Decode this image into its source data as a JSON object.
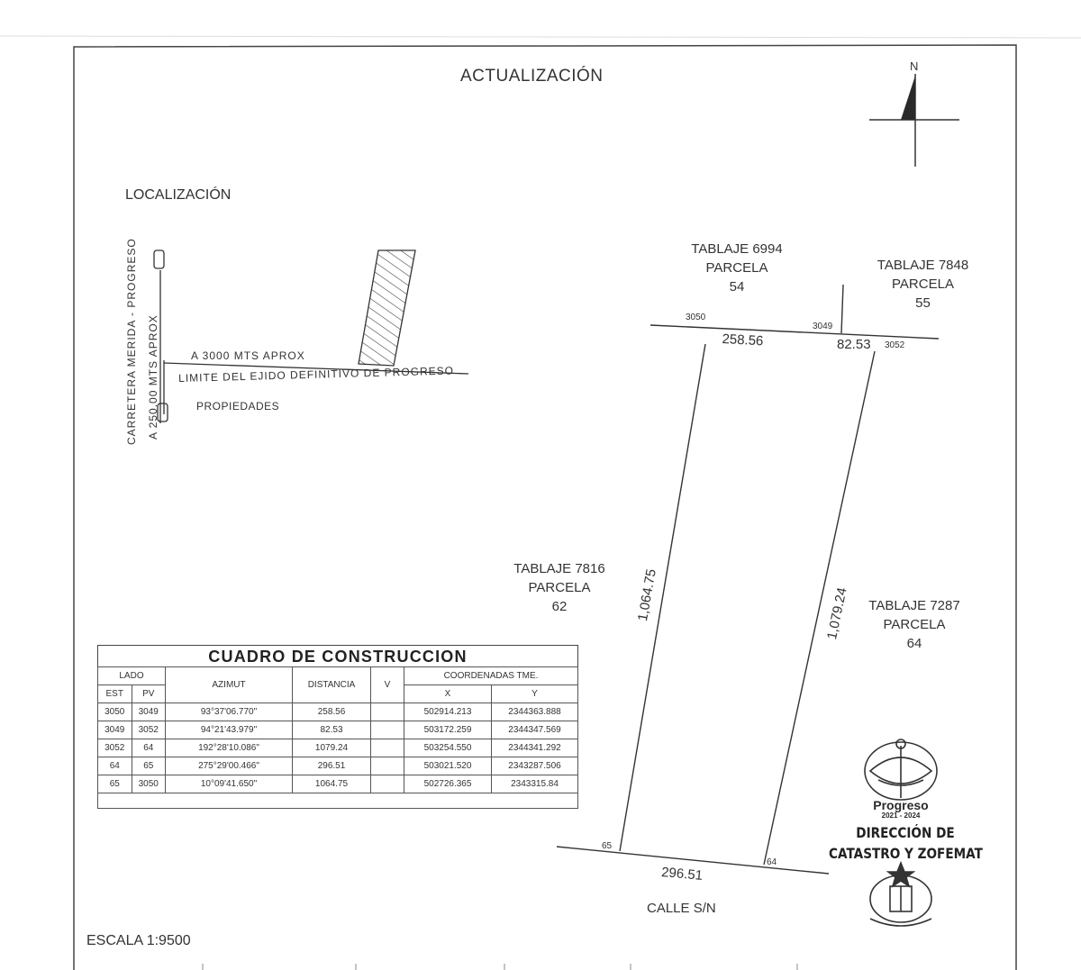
{
  "header": {
    "title": "ACTUALIZACIÓN",
    "north": "N"
  },
  "location": {
    "title": "LOCALIZACIÓN",
    "road_label": "CARRETERA MERIDA - PROGRESO",
    "distance_side": "A 250.00 MTS APROX",
    "distance_horizontal": "A 3000 MTS APROX",
    "limit_label": "LIMITE DEL EJIDO DEFINITIVO DE PROGRESO",
    "properties_label": "PROPIEDADES"
  },
  "parcels": {
    "north_left": {
      "line1": "TABLAJE 6994",
      "line2": "PARCELA",
      "line3": "54"
    },
    "north_right": {
      "line1": "TABLAJE 7848",
      "line2": "PARCELA",
      "line3": "55"
    },
    "west": {
      "line1": "TABLAJE 7816",
      "line2": "PARCELA",
      "line3": "62"
    },
    "east": {
      "line1": "TABLAJE 7287",
      "line2": "PARCELA",
      "line3": "64"
    }
  },
  "vertices": {
    "v3050": "3050",
    "v3049": "3049",
    "v3052": "3052",
    "v65": "65",
    "v64": "64"
  },
  "dimensions": {
    "north": "258.56",
    "north_right": "82.53",
    "west": "1,064.75",
    "east": "1,079.24",
    "south": "296.51"
  },
  "street": "CALLE S/N",
  "scale": "ESCALA 1:9500",
  "table": {
    "title": "CUADRO DE CONSTRUCCION",
    "header": {
      "lado": "LADO",
      "est": "EST",
      "pv": "PV",
      "azimut": "AZIMUT",
      "distancia": "DISTANCIA",
      "v": "V",
      "coordenadas": "COORDENADAS TME.",
      "x": "X",
      "y": "Y"
    },
    "rows": [
      {
        "est": "3050",
        "pv": "3049",
        "azimut": "93°37'06.770\"",
        "distancia": "258.56",
        "v": "",
        "x": "502914.213",
        "y": "2344363.888"
      },
      {
        "est": "3049",
        "pv": "3052",
        "azimut": "94°21'43.979\"",
        "distancia": "82.53",
        "v": "",
        "x": "503172.259",
        "y": "2344347.569"
      },
      {
        "est": "3052",
        "pv": "64",
        "azimut": "192°28'10.086\"",
        "distancia": "1079.24",
        "v": "",
        "x": "503254.550",
        "y": "2344341.292"
      },
      {
        "est": "64",
        "pv": "65",
        "azimut": "275°29'00.466\"",
        "distancia": "296.51",
        "v": "",
        "x": "503021.520",
        "y": "2343287.506"
      },
      {
        "est": "65",
        "pv": "3050",
        "azimut": "10°09'41.650\"",
        "distancia": "1064.75",
        "v": "",
        "x": "502726.365",
        "y": "2343315.84"
      }
    ]
  },
  "seal": {
    "city": "Progreso",
    "years": "2021 - 2024",
    "line1": "DIRECCIÓN DE",
    "line2": "CATASTRO Y ZOFEMAT"
  }
}
